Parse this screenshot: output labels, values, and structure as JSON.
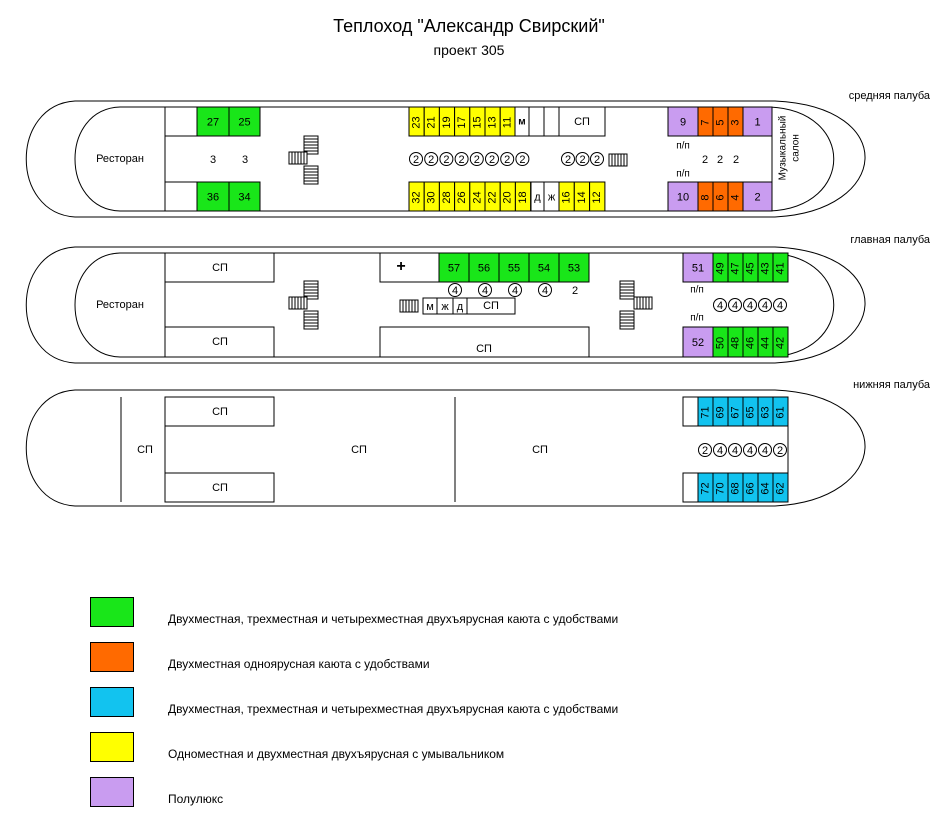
{
  "title": "Теплоход \"Александр Свирский\"",
  "subtitle": "проект 305",
  "colors": {
    "green": "#19e619",
    "orange": "#ff6a00",
    "blue": "#12c3ef",
    "yellow": "#ffff00",
    "purple": "#c99cf0",
    "line": "#000000"
  },
  "decks": {
    "middle": "средняя палуба",
    "main": "главная палуба",
    "lower": "нижняя палуба"
  },
  "labels": {
    "restaurant": "Ресторан",
    "sp": "СП",
    "pp": "п/п",
    "music_salon_1": "Музыкальный",
    "music_salon_2": "салон",
    "m": "м",
    "zh": "ж",
    "d": "д",
    "medical": "+"
  },
  "middle_cabins": {
    "green_top": [
      "27",
      "25"
    ],
    "green_bottom": [
      "36",
      "34"
    ],
    "berths": [
      "3",
      "3"
    ],
    "yellow_top": [
      "23",
      "21",
      "19",
      "17",
      "15",
      "13",
      "11"
    ],
    "yellow_bottom": [
      "32",
      "30",
      "28",
      "26",
      "24",
      "22",
      "20",
      "18"
    ],
    "yellow_bottom_right": [
      "16",
      "14",
      "12"
    ],
    "circles_a": [
      "2",
      "2",
      "2",
      "2",
      "2",
      "2",
      "2",
      "2"
    ],
    "circles_b": [
      "2",
      "2",
      "2"
    ],
    "suite_top_left": "9",
    "orange_top": [
      "7",
      "5",
      "3"
    ],
    "suite_top_right": "1",
    "suite_bottom_left": "10",
    "orange_bottom": [
      "8",
      "6",
      "4"
    ],
    "suite_bottom_right": "2",
    "orange_berths": [
      "2",
      "2",
      "2"
    ]
  },
  "main_cabins": {
    "green_row": [
      "57",
      "56",
      "55",
      "54",
      "53"
    ],
    "circles": [
      "4",
      "4",
      "4",
      "4"
    ],
    "plain_berth": "2",
    "suite_top": "51",
    "green_top": [
      "49",
      "47",
      "45",
      "43",
      "41"
    ],
    "suite_bottom": "52",
    "green_bottom": [
      "50",
      "48",
      "46",
      "44",
      "42"
    ],
    "circles_right": [
      "4",
      "4",
      "4",
      "4",
      "4"
    ]
  },
  "lower_cabins": {
    "blue_top": [
      "71",
      "69",
      "67",
      "65",
      "63",
      "61"
    ],
    "blue_bottom": [
      "72",
      "70",
      "68",
      "66",
      "64",
      "62"
    ],
    "circles": [
      "2",
      "4",
      "4",
      "4",
      "4",
      "2"
    ]
  },
  "legend": [
    {
      "color": "#19e619",
      "text": "Двухместная, трехместная и четырехместная двухъярусная каюта с удобствами"
    },
    {
      "color": "#ff6a00",
      "text": "Двухместная одноярусная каюта с удобствами"
    },
    {
      "color": "#12c3ef",
      "text": "Двухместная, трехместная и четырехместная двухъярусная каюта с удобствами"
    },
    {
      "color": "#ffff00",
      "text": "Одноместная и двухместная двухъярусная с умывальником"
    },
    {
      "color": "#c99cf0",
      "text": "Полулюкс"
    }
  ]
}
